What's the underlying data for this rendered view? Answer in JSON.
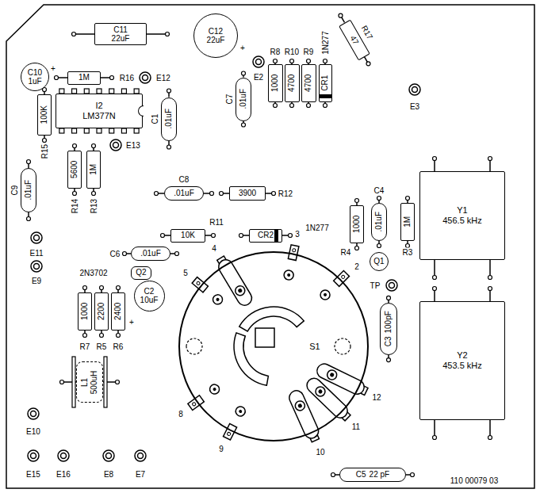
{
  "diagram": {
    "nodes": [
      {
        "text": [
          "C11",
          "22uF"
        ]
      },
      {
        "text": [
          "C12",
          "22uF"
        ]
      },
      {
        "text": [
          "C10",
          "1uF"
        ]
      },
      {
        "text": [
          "1M"
        ]
      },
      {
        "text": [
          "47"
        ]
      },
      {
        "text": [
          "I2",
          "LM377N"
        ]
      },
      {
        "text": [
          "100K"
        ]
      },
      {
        "text": [
          "5600"
        ]
      },
      {
        "text": [
          "1M"
        ]
      },
      {
        "text": [
          ".01uF"
        ]
      },
      {
        "text": [
          ".01uF"
        ]
      },
      {
        "text": [
          ".01uF"
        ]
      },
      {
        "text": [
          "1000"
        ]
      },
      {
        "text": [
          "4700"
        ]
      },
      {
        "text": [
          "4700"
        ]
      },
      {
        "text": [
          "CR1"
        ]
      },
      {
        "text": [
          ".01uF"
        ]
      },
      {
        "text": [
          "3900"
        ]
      },
      {
        "text": [
          "10K"
        ]
      },
      {
        "text": [
          "CR2"
        ]
      },
      {
        "text": [
          ".01uF"
        ]
      },
      {
        "text": [
          "Q2"
        ]
      },
      {
        "text": [
          "1000"
        ]
      },
      {
        "text": [
          ".01uF"
        ]
      },
      {
        "text": [
          "1M"
        ]
      },
      {
        "text": [
          "Q1"
        ]
      },
      {
        "text": [
          "C3",
          "100pF"
        ]
      },
      {
        "text": [
          "Y1",
          "456.5 kHz"
        ]
      },
      {
        "text": [
          "Y2",
          "453.5 kHz"
        ]
      },
      {
        "text": [
          "S1"
        ]
      },
      {
        "text": [
          "1000"
        ]
      },
      {
        "text": [
          "2200"
        ]
      },
      {
        "text": [
          "2400"
        ]
      },
      {
        "text": [
          "C2",
          "10uF"
        ]
      },
      {
        "text": [
          "L1",
          "500uH"
        ]
      },
      {
        "text": [
          "C5",
          "22 pF"
        ]
      }
    ],
    "labels": [
      "+",
      "+",
      "R16",
      "E12",
      "E2",
      "R17",
      "E3",
      "R15",
      "E13",
      "R14",
      "R13",
      "C9",
      "E11",
      "E9",
      "C1",
      "C7",
      "R8",
      "R10",
      "R9",
      "1N277",
      "C8",
      "R12",
      "R11",
      "1N277",
      "C6",
      "2N3702",
      "C4",
      "R4",
      "R3",
      "TP",
      "4",
      "3",
      "5",
      "2",
      "12",
      "11",
      "10",
      "9",
      "8",
      "R7",
      "R5",
      "R6",
      "+",
      "E10",
      "E15",
      "E16",
      "E8",
      "E7",
      "110 00079 03"
    ]
  }
}
